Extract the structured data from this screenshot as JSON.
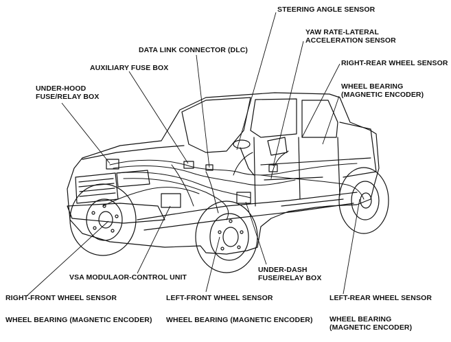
{
  "labels": {
    "steering_angle_sensor": "STEERING ANGLE SENSOR",
    "yaw_rate_line1": "YAW RATE-LATERAL",
    "yaw_rate_line2": "ACCELERATION SENSOR",
    "dlc": "DATA LINK CONNECTOR (DLC)",
    "aux_fuse_box": "AUXILIARY FUSE BOX",
    "right_rear_wheel_sensor": "RIGHT-REAR WHEEL SENSOR",
    "under_hood_line1": "UNDER-HOOD",
    "under_hood_line2": "FUSE/RELAY BOX",
    "rr_bearing_line1": "WHEEL BEARING",
    "rr_bearing_line2": "(MAGNETIC ENCODER)",
    "vsa_unit": "VSA MODULAOR-CONTROL UNIT",
    "under_dash_line1": "UNDER-DASH",
    "under_dash_line2": "FUSE/RELAY BOX",
    "right_front_wheel_sensor": "RIGHT-FRONT WHEEL SENSOR",
    "left_front_wheel_sensor": "LEFT-FRONT WHEEL SENSOR",
    "left_rear_wheel_sensor": "LEFT-REAR WHEEL SENSOR",
    "rf_bearing": "WHEEL BEARING (MAGNETIC ENCODER)",
    "lf_bearing": "WHEEL BEARING (MAGNETIC ENCODER)",
    "lr_bearing_line1": "WHEEL BEARING",
    "lr_bearing_line2": "(MAGNETIC ENCODER)"
  }
}
